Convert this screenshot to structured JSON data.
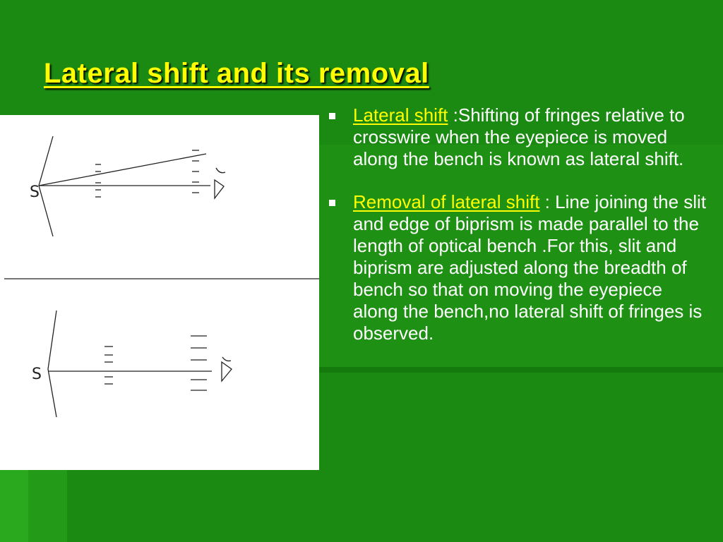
{
  "slide": {
    "title": "Lateral shift and its removal",
    "colors": {
      "background": "#1b8a12",
      "title": "#ffff00",
      "term": "#ffff00",
      "text": "#ffffff"
    }
  },
  "diagram": {
    "top_label": "S",
    "bottom_label": "S"
  },
  "bullets": [
    {
      "term": "Lateral shift",
      "text": " :Shifting of fringes relative to crosswire when the eyepiece is moved along the bench is known as lateral shift."
    },
    {
      "term": "Removal of lateral shift",
      "text": "  : Line joining the slit and edge of biprism is made parallel to the length of optical bench .For this, slit and biprism are adjusted along the breadth of bench so that on moving the eyepiece along the bench,no lateral shift of fringes is observed."
    }
  ]
}
